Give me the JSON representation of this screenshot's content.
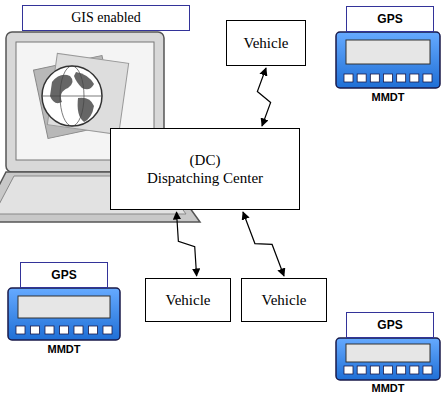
{
  "diagram": {
    "nodes": [
      {
        "text": [
          "GIS enabled"
        ]
      },
      {
        "text": [
          "GPS"
        ]
      },
      {
        "text": [
          "Vehicle"
        ]
      },
      {
        "text": [
          "(DC)",
          "Dispatching Center"
        ]
      },
      {
        "text": [
          "GPS"
        ]
      },
      {
        "text": [
          "Vehicle"
        ]
      },
      {
        "text": [
          "Vehicle"
        ]
      },
      {
        "text": [
          "GPS"
        ]
      }
    ],
    "edges": [
      {
        "from": 3,
        "to": 2,
        "arrow": "both"
      },
      {
        "from": 3,
        "to": 5,
        "arrow": "both"
      },
      {
        "from": 3,
        "to": 6,
        "arrow": "both"
      }
    ],
    "labels": [
      "MMDT",
      "MMDT",
      "MMDT"
    ]
  }
}
